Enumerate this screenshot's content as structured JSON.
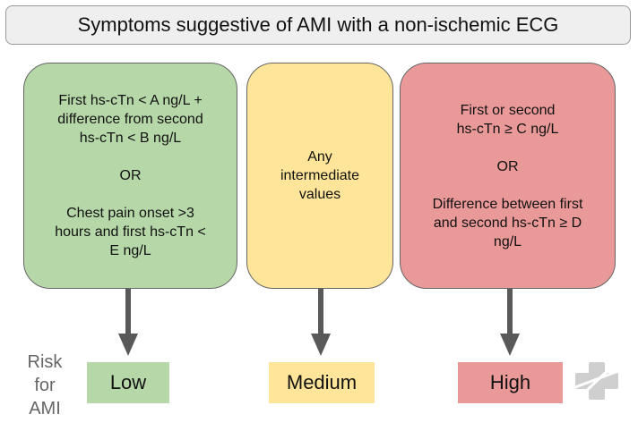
{
  "title": "Symptoms suggestive of AMI with a non-ischemic ECG",
  "boxes": {
    "low": {
      "line1": "First hs-cTn < A ng/L +",
      "line2": "difference from second",
      "line3": "hs-cTn < B ng/L",
      "or": "OR",
      "line4": "Chest pain onset >3",
      "line5": "hours and first hs-cTn <",
      "line6": "E ng/L"
    },
    "medium": {
      "line1": "Any",
      "line2": "intermediate",
      "line3": "values"
    },
    "high": {
      "line1": "First or second",
      "line2": "hs-cTn ≥ C ng/L",
      "or": "OR",
      "line3": "Difference between first",
      "line4": "and second hs-cTn ≥ D",
      "line5": "ng/L"
    }
  },
  "risk_label": {
    "line1": "Risk",
    "line2": "for",
    "line3": "AMI"
  },
  "levels": {
    "low": "Low",
    "medium": "Medium",
    "high": "High"
  },
  "colors": {
    "low": "#b6d7a8",
    "medium": "#ffe599",
    "high": "#ea9999",
    "arrow": "#595959",
    "title_bg": "#efefef"
  },
  "icons": {
    "logo": "medical-cross-logo"
  }
}
